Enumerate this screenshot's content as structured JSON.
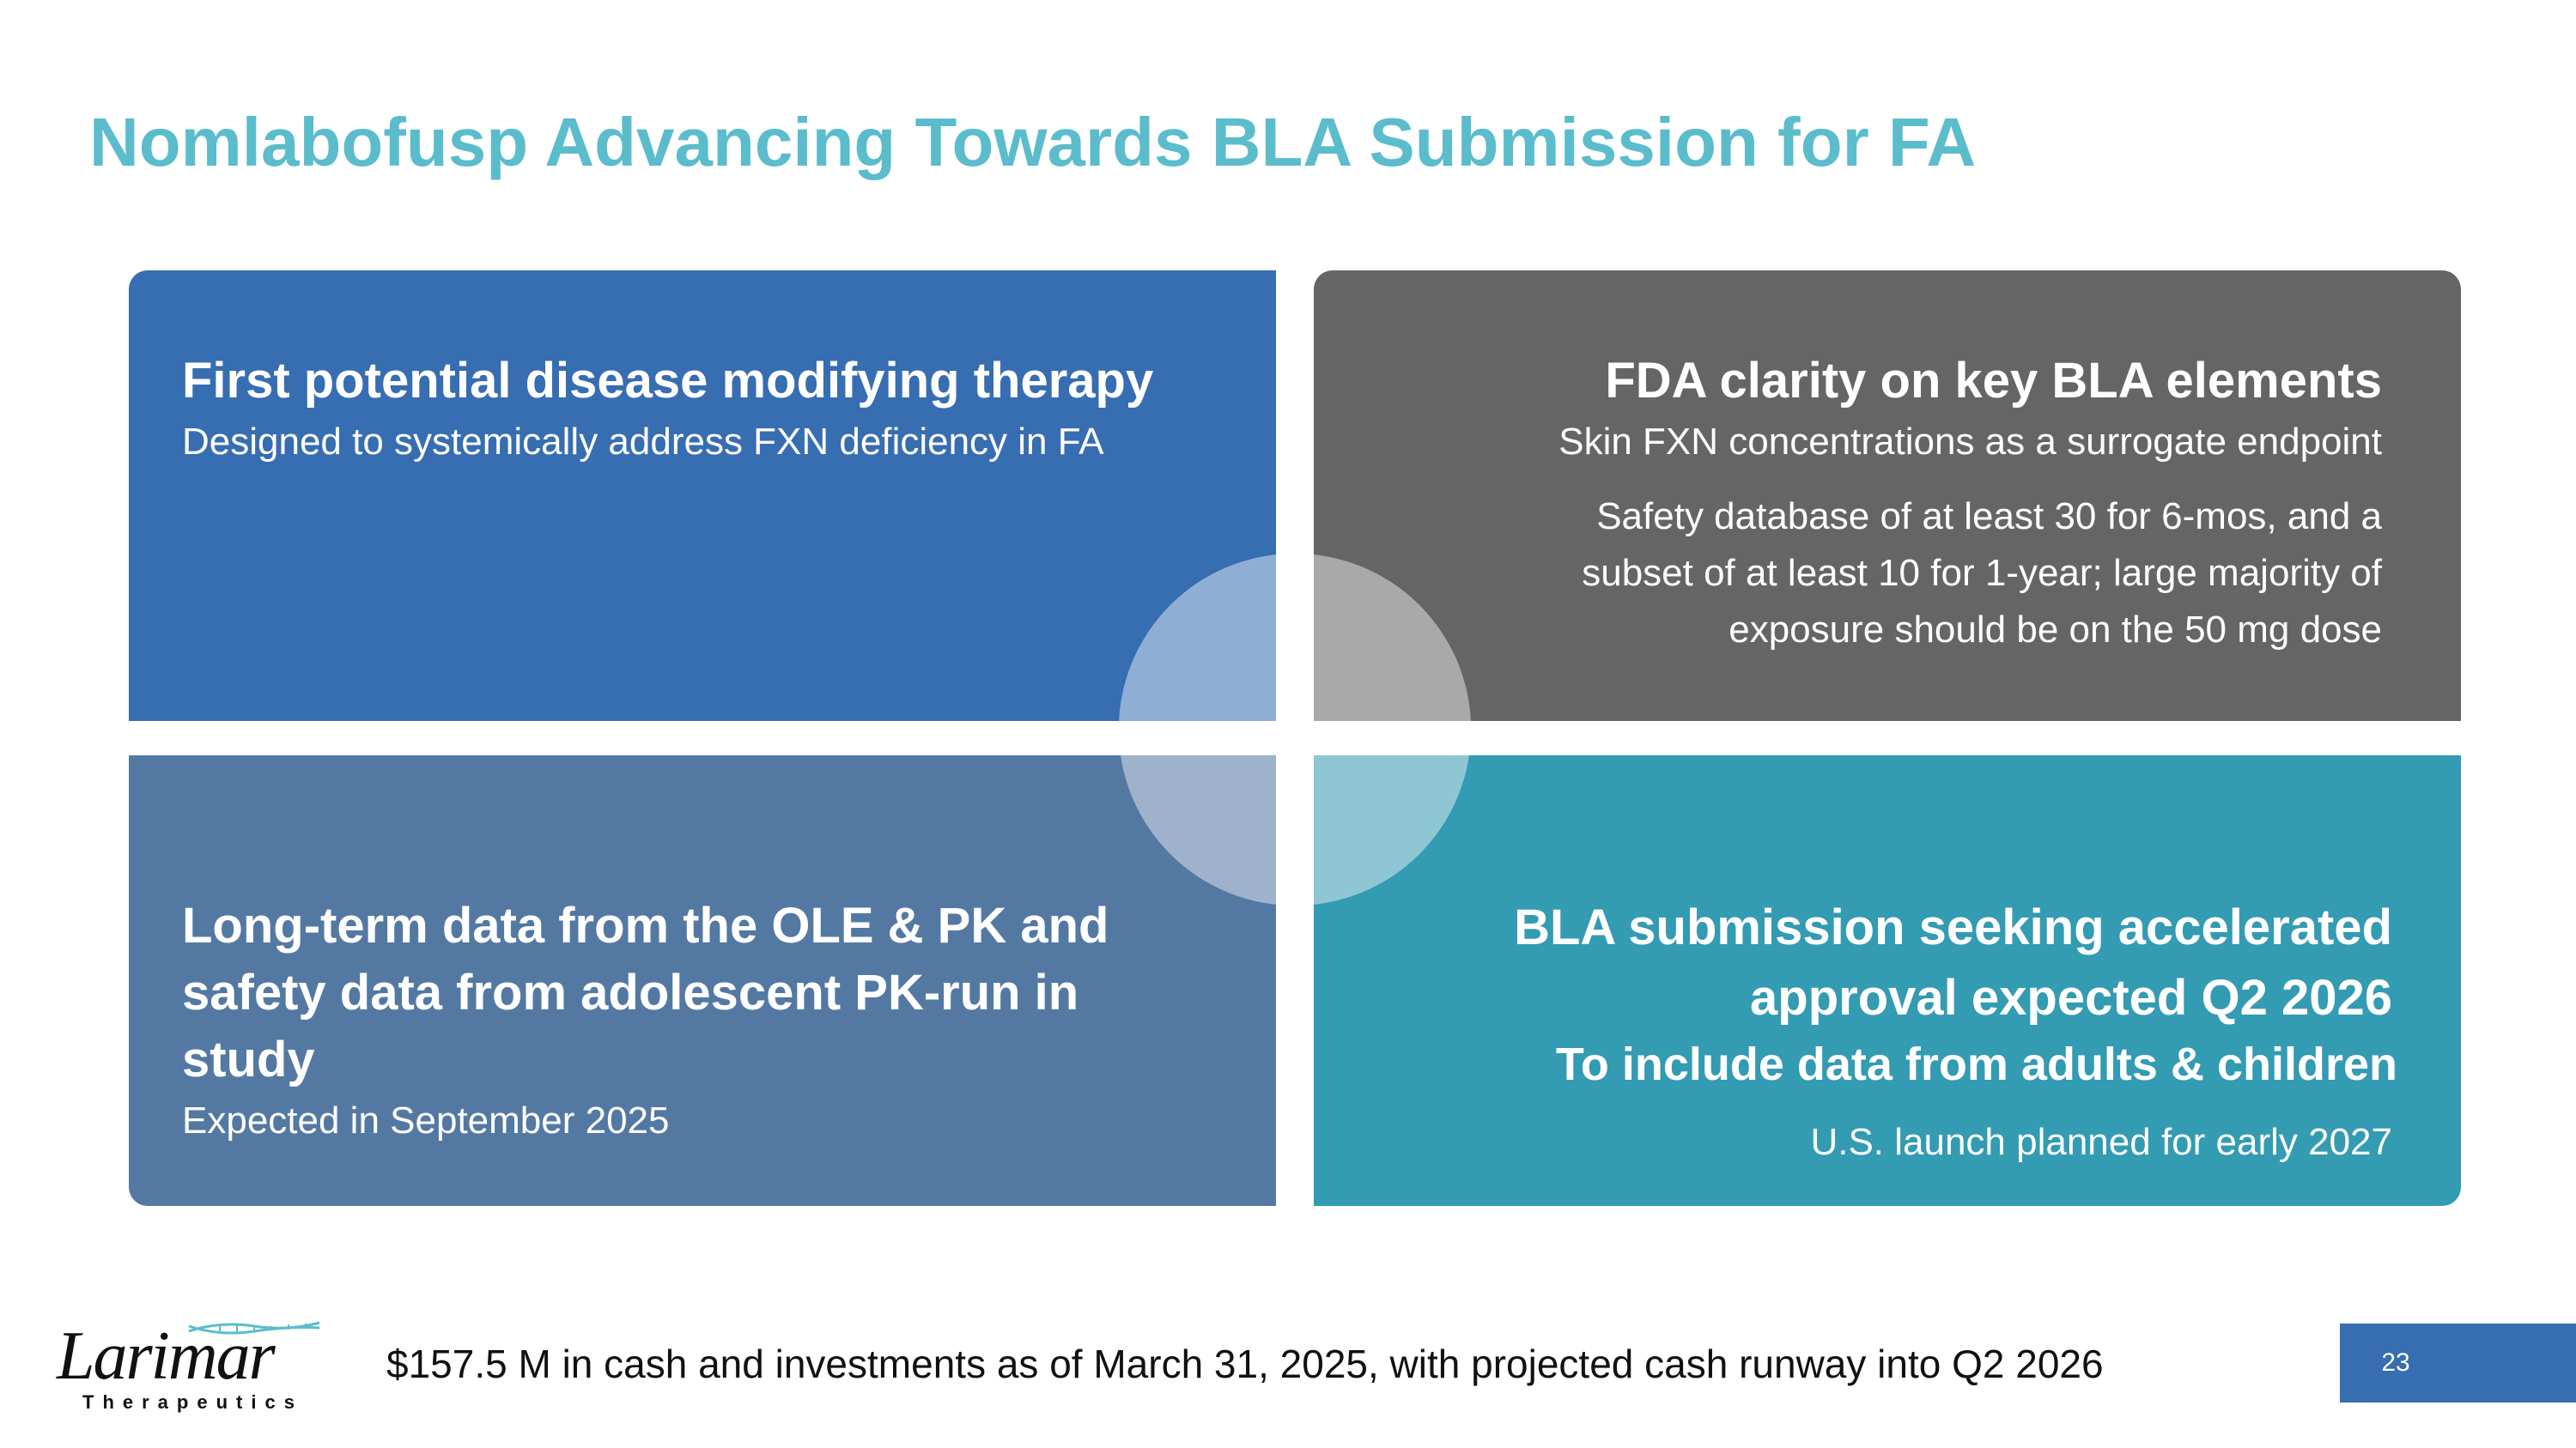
{
  "title": "Nomlabofusp Advancing Towards BLA Submission for FA",
  "quadrants": {
    "top_left": {
      "heading": "First potential disease modifying therapy",
      "body": "Designed to systemically address FXN deficiency in FA",
      "color": "#376db1"
    },
    "top_right": {
      "heading": "FDA clarity on key BLA elements",
      "body_1": "Skin FXN concentrations as a surrogate endpoint",
      "body_2_line_1": "Safety database of at least 30 for 6-mos, and a",
      "body_2_line_2": "subset of at least 10 for 1-year; large majority of",
      "body_2_line_3": "exposure should be on the 50 mg dose",
      "color": "#656565"
    },
    "bottom_left": {
      "heading_line_1": "Long-term data from the OLE & PK and",
      "heading_line_2": "safety data from adolescent PK-run in study",
      "body": "Expected in September 2025",
      "color": "#5379a3"
    },
    "bottom_right": {
      "heading_line_1": "BLA submission seeking accelerated",
      "heading_line_2": "approval expected Q2 2026",
      "subheading": "To include data from adults & children",
      "body": "U.S. launch planned for early 2027",
      "color": "#339bb2"
    }
  },
  "footer": {
    "cash_text": "$157.5 M in cash and investments as of March 31, 2025, with projected cash runway into Q2 2026",
    "logo": {
      "name": "Larimar",
      "tagline": "Therapeutics"
    },
    "page_number": "23"
  },
  "colors": {
    "title": "#5bbccc",
    "accent_blue": "#376db1"
  }
}
